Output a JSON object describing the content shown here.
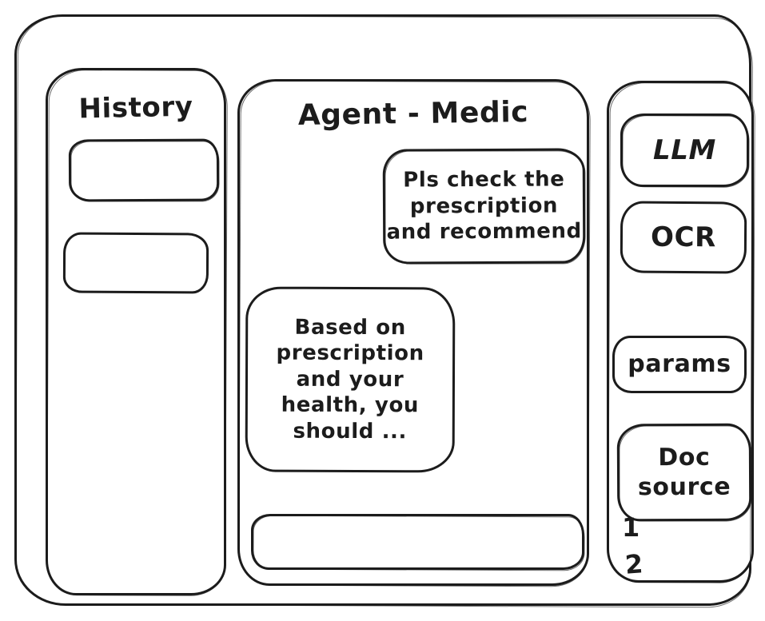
{
  "style": {
    "ink_color": "#1c1c1c",
    "background_color": "#ffffff"
  },
  "sidebar": {
    "title": "History",
    "items": [
      {
        "label": ""
      },
      {
        "label": ""
      }
    ]
  },
  "chat": {
    "title": "Agent - Medic",
    "messages": [
      {
        "role": "user",
        "text": "Pls check the\nprescription\nand recommend"
      },
      {
        "role": "agent",
        "text": "Based on\nprescription\nand your\nhealth, you\nshould ..."
      }
    ],
    "input": {
      "value": "",
      "placeholder": ""
    }
  },
  "tools": {
    "buttons": [
      {
        "label": "LLM"
      },
      {
        "label": "OCR"
      },
      {
        "label": "params"
      },
      {
        "label": "Doc\nsource"
      }
    ],
    "doc_source_items": [
      "1",
      "2"
    ]
  }
}
